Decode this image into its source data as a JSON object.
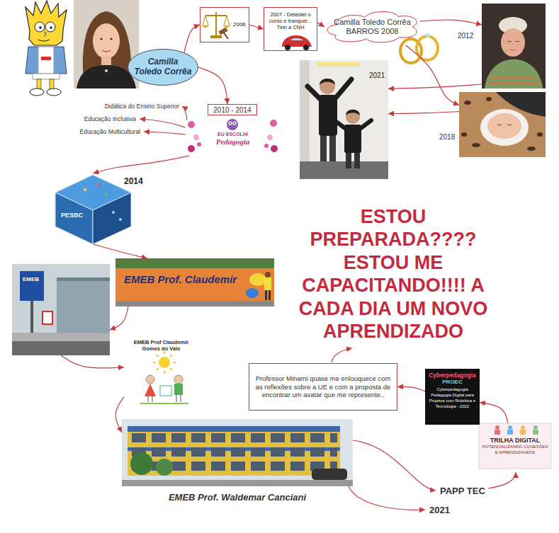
{
  "diagram": {
    "nodes": [
      {
        "text": [
          "Camilla Toledo Corrêa"
        ]
      },
      {
        "text": [
          "2006"
        ]
      },
      {
        "text": [
          "2007 - Detestei o curso e tranquei... Tirei a CNH"
        ]
      },
      {
        "text": [
          "Camilla Toledo Corrêa BARROS 2008"
        ]
      },
      {
        "text": [
          "2012"
        ]
      },
      {
        "text": [
          "2021"
        ]
      },
      {
        "text": [
          "2018"
        ]
      },
      {
        "text": [
          "2010 - 2014"
        ]
      },
      {
        "text": [
          "EU ESCOLHI",
          "Pedagogia"
        ]
      },
      {
        "text": [
          "PESBC",
          "2014"
        ]
      },
      {
        "text": [
          "EMEB Prof. Claudemir"
        ]
      },
      {
        "text": [
          "EMEB"
        ]
      },
      {
        "text": [
          "EMEB Prof Claudemir Gomes do Vale"
        ]
      },
      {
        "text": [
          "EMEB Prof. Waldemar Canciani"
        ]
      },
      {
        "text": [
          "Professor Minami quase me enlouquece com as reflexões sobre a UE e com a proposta de encontrar um avatar que me represente.."
        ]
      },
      {
        "text": [
          "Cyberpedagogia",
          "PROEC",
          "Cyberpedagogia Pedagogia Digital para Projetos com Robótica e Tecnologia - 2022"
        ]
      },
      {
        "text": [
          "TRILHA DIGITAL",
          "POTENCIALIZANDO CONEXÕES E APRENDIZAGENS"
        ]
      }
    ],
    "edges": [
      {
        "from": 0,
        "to": 1,
        "arrow": "to"
      },
      {
        "from": 1,
        "to": 2,
        "arrow": "to"
      },
      {
        "from": 2,
        "to": 3,
        "arrow": "to"
      },
      {
        "from": 3,
        "to": 4,
        "arrow": "to"
      },
      {
        "from": 3,
        "to": 6,
        "arrow": "to"
      },
      {
        "from": 4,
        "to": 5,
        "arrow": "to"
      },
      {
        "from": 6,
        "to": 5,
        "arrow": "to"
      },
      {
        "from": 0,
        "to": 7,
        "arrow": "to"
      },
      {
        "from": 8,
        "to": 9,
        "arrow": "to"
      },
      {
        "from": 9,
        "to": 10,
        "arrow": "to"
      },
      {
        "from": 10,
        "to": 11,
        "arrow": "to"
      },
      {
        "from": 11,
        "to": 12,
        "arrow": "to"
      },
      {
        "from": 12,
        "to": 13,
        "arrow": "to"
      },
      {
        "from": 16,
        "to": 15,
        "arrow": "to"
      },
      {
        "from": 15,
        "to": 14,
        "arrow": "to"
      }
    ],
    "labels": [
      "Didática do Ensino Superior",
      "Educação Inclusiva",
      "Educação Multicultural",
      "ESTOU PREPARADA???? ESTOU ME CAPACITANDO!!!! A CADA DIA UM NOVO APRENDIZADO",
      "PAPP TEC",
      "2021"
    ]
  }
}
